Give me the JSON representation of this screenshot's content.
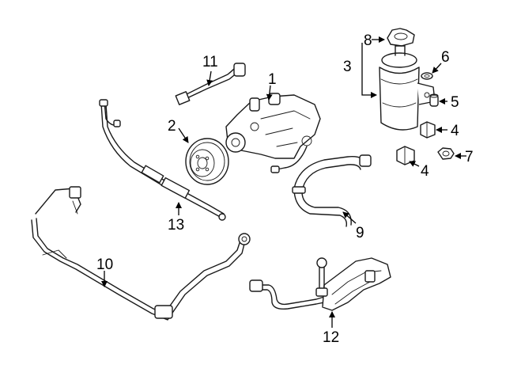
{
  "callouts": [
    {
      "id": "c1",
      "label": "1"
    },
    {
      "id": "c2",
      "label": "2"
    },
    {
      "id": "c3",
      "label": "3"
    },
    {
      "id": "c4a",
      "label": "4"
    },
    {
      "id": "c4b",
      "label": "4"
    },
    {
      "id": "c5",
      "label": "5"
    },
    {
      "id": "c6",
      "label": "6"
    },
    {
      "id": "c7",
      "label": "7"
    },
    {
      "id": "c8",
      "label": "8"
    },
    {
      "id": "c9",
      "label": "9"
    },
    {
      "id": "c10",
      "label": "10"
    },
    {
      "id": "c11",
      "label": "11"
    },
    {
      "id": "c12",
      "label": "12"
    },
    {
      "id": "c13",
      "label": "13"
    }
  ],
  "colors": {
    "line": "#1a1a1a",
    "background": "#ffffff"
  }
}
